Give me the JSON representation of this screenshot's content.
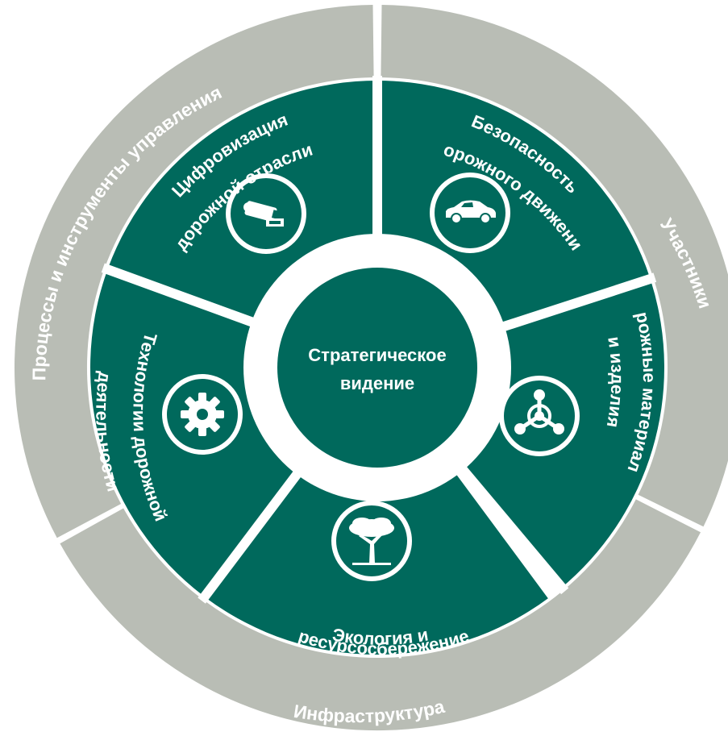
{
  "colors": {
    "outer_ring": "#b9bdb5",
    "segment": "#00695c",
    "center": "#00695c",
    "background": "#ffffff"
  },
  "center": {
    "lines": [
      "Стратегическое",
      "видение"
    ]
  },
  "outer_ring": [
    {
      "id": "processes",
      "label": "Процессы и инструменты управления"
    },
    {
      "id": "participants",
      "label": "Участники"
    },
    {
      "id": "infrastructure",
      "label": "Инфраструктура"
    }
  ],
  "segments": [
    {
      "id": "digitalization",
      "lines": [
        "Цифровизация",
        "дорожной отрасли"
      ],
      "icon": "camera-icon"
    },
    {
      "id": "safety",
      "lines": [
        "Безопасность",
        "дорожного движения"
      ],
      "icon": "car-icon"
    },
    {
      "id": "materials",
      "lines": [
        "Дорожные материалы",
        "и изделия"
      ],
      "icon": "molecule-icon"
    },
    {
      "id": "ecology",
      "lines": [
        "Экология и",
        "ресурсосбережение"
      ],
      "icon": "tree-icon"
    },
    {
      "id": "technology",
      "lines": [
        "Технологии дорожной",
        "деятельности"
      ],
      "icon": "gear-icon"
    }
  ]
}
